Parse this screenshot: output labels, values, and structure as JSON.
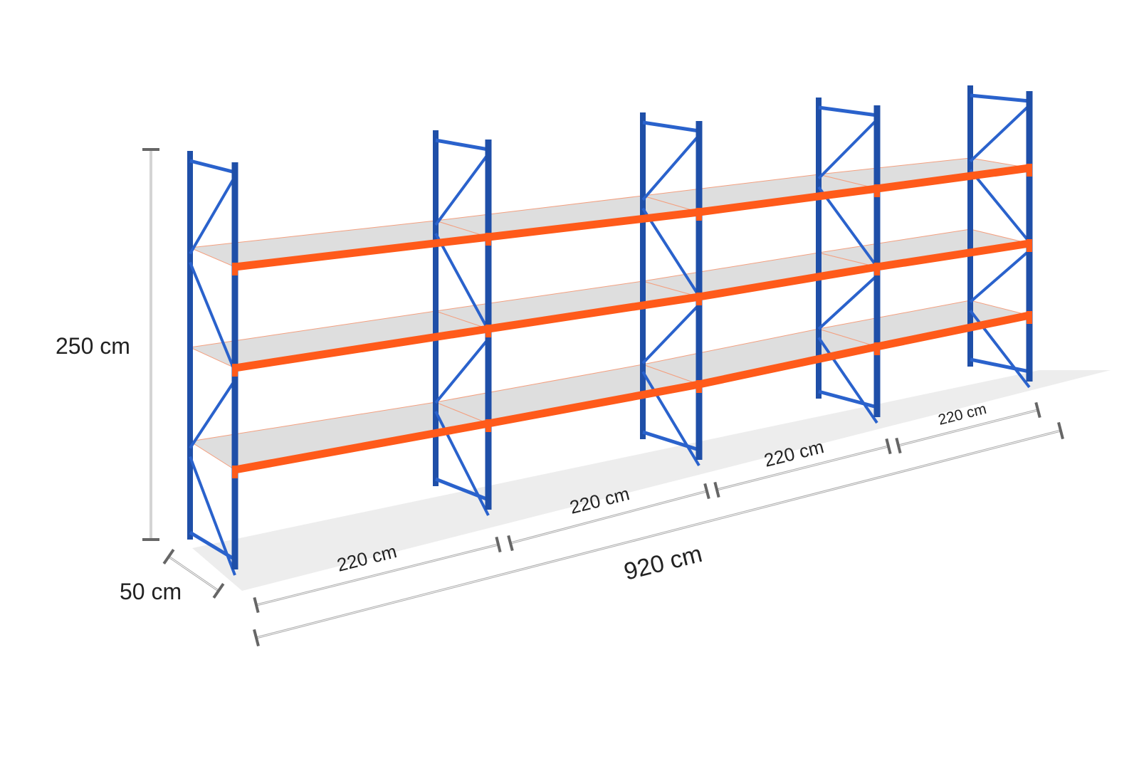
{
  "dimensions": {
    "height_label": "250 cm",
    "depth_label": "50 cm",
    "total_length_label": "920 cm",
    "bay_labels": [
      "220 cm",
      "220 cm",
      "220 cm",
      "220 cm"
    ]
  },
  "colors": {
    "upright": "#1f4fa8",
    "beam": "#ff5a1a",
    "shelf": "#dedede",
    "dimension_line": "#666666"
  }
}
